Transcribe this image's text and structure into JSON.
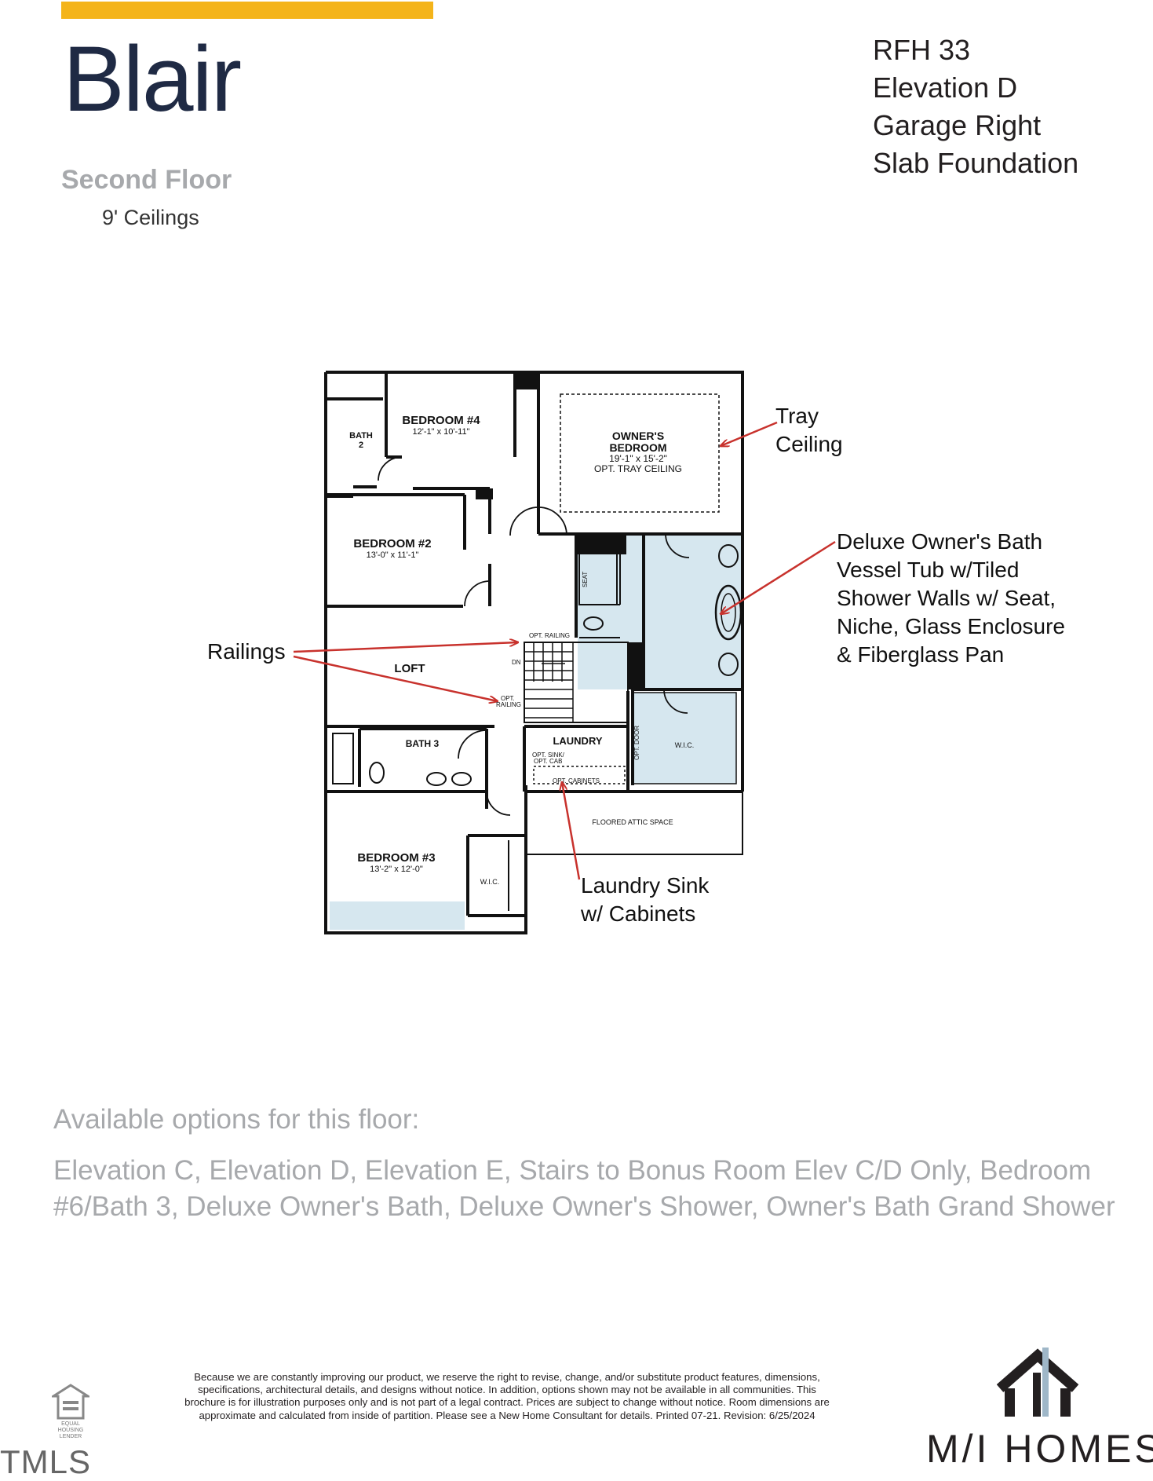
{
  "colors": {
    "accent_yellow": "#f4b41a",
    "title_navy": "#1f2a44",
    "muted_gray": "#a7a9ac",
    "arrow_red": "#c8322d",
    "bath_blue": "#d6e7ef"
  },
  "header": {
    "plan_name": "Blair",
    "floor_name": "Second Floor",
    "ceilings": "9' Ceilings",
    "spec": {
      "rfh": "RFH 33",
      "elevation": "Elevation D",
      "garage": "Garage Right",
      "foundation": "Slab Foundation"
    }
  },
  "floorplan": {
    "rooms": {
      "bedroom4": {
        "name": "BEDROOM #4",
        "dims": "12'-1\" x 10'-11\""
      },
      "owners": {
        "name1": "OWNER'S",
        "name2": "BEDROOM",
        "dims": "19'-1\" x 15'-2\"",
        "note": "OPT. TRAY CEILING"
      },
      "bath2": {
        "name1": "BATH",
        "name2": "2"
      },
      "bedroom2": {
        "name": "BEDROOM #2",
        "dims": "13'-0\" x 11'-1\""
      },
      "loft": {
        "name": "LOFT"
      },
      "bath3": {
        "name": "BATH 3"
      },
      "laundry": {
        "name": "LAUNDRY"
      },
      "wic_owner": {
        "name": "W.I.C."
      },
      "attic": {
        "name": "FLOORED ATTIC SPACE"
      },
      "bedroom3": {
        "name": "BEDROOM #3",
        "dims": "13'-2\" x 12'-0\""
      },
      "wic3": {
        "name": "W.I.C."
      }
    },
    "small_labels": {
      "opt_railing_top": "OPT. RAILING",
      "opt_railing_side1": "OPT.",
      "opt_railing_side2": "RAILING",
      "dn": "DN",
      "seat": "SEAT",
      "opt_door": "OPT. DOOR",
      "opt_sink1": "OPT. SINK/",
      "opt_sink2": "OPT. CAB",
      "opt_cabinets": "OPT. CABINETS"
    }
  },
  "callouts": {
    "tray": [
      "Tray",
      "Ceiling"
    ],
    "deluxe": [
      "Deluxe Owner's Bath",
      "Vessel Tub w/Tiled",
      "Shower Walls w/ Seat,",
      "Niche, Glass Enclosure",
      "& Fiberglass Pan"
    ],
    "railings": "Railings",
    "laundry": [
      "Laundry Sink",
      "w/ Cabinets"
    ]
  },
  "options": {
    "heading": "Available options for this floor:",
    "list": "Elevation C, Elevation D, Elevation E, Stairs to Bonus Room Elev C/D Only, Bedroom #6/Bath 3, Deluxe Owner's Bath, Deluxe Owner's Shower, Owner's Bath Grand Shower"
  },
  "footer": {
    "disclaimer": "Because we are constantly improving our product, we reserve the right to revise, change, and/or substitute product features, dimensions, specifications, architectural details, and designs without notice. In addition, options shown may not be available in all communities. This brochure is for illustration purposes only and is not part of a legal contract. Prices are subject to change without notice. Room dimensions are approximate and calculated from inside of partition. Please see a New Home Consultant for details. Printed 07-21. Revision: 6/25/2024",
    "eho_text": "EQUAL HOUSING LENDER",
    "mls_mark": "TMLS",
    "brand": "M/I HOMES"
  }
}
